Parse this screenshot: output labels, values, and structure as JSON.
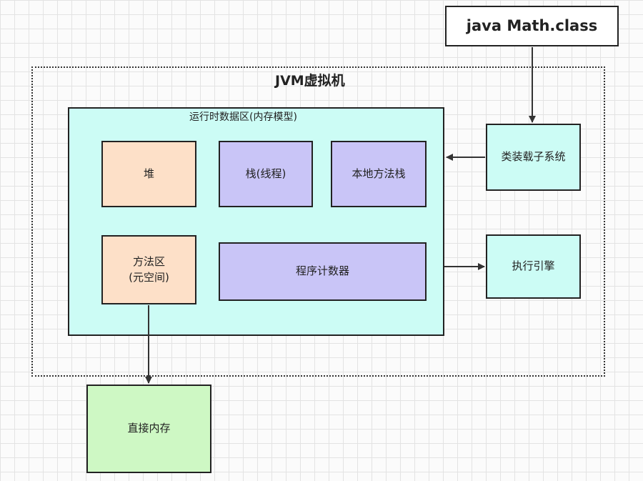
{
  "diagram": {
    "class_file": "java Math.class",
    "jvm_title": "JVM虚拟机",
    "runtime_area_title": "运行时数据区(内存模型)",
    "heap": "堆",
    "stack": "栈(线程)",
    "native_stack": "本地方法栈",
    "method_area": "方法区\n(元空间)",
    "program_counter": "程序计数器",
    "class_loader": "类装载子系统",
    "execution_engine": "执行引擎",
    "direct_memory": "直接内存"
  },
  "colors": {
    "runtime_area": "#ccfcf5",
    "heap": "#fde0c8",
    "stack": "#c9c5f7",
    "subsystem": "#ccfcf5",
    "direct_memory": "#cef8c4"
  }
}
